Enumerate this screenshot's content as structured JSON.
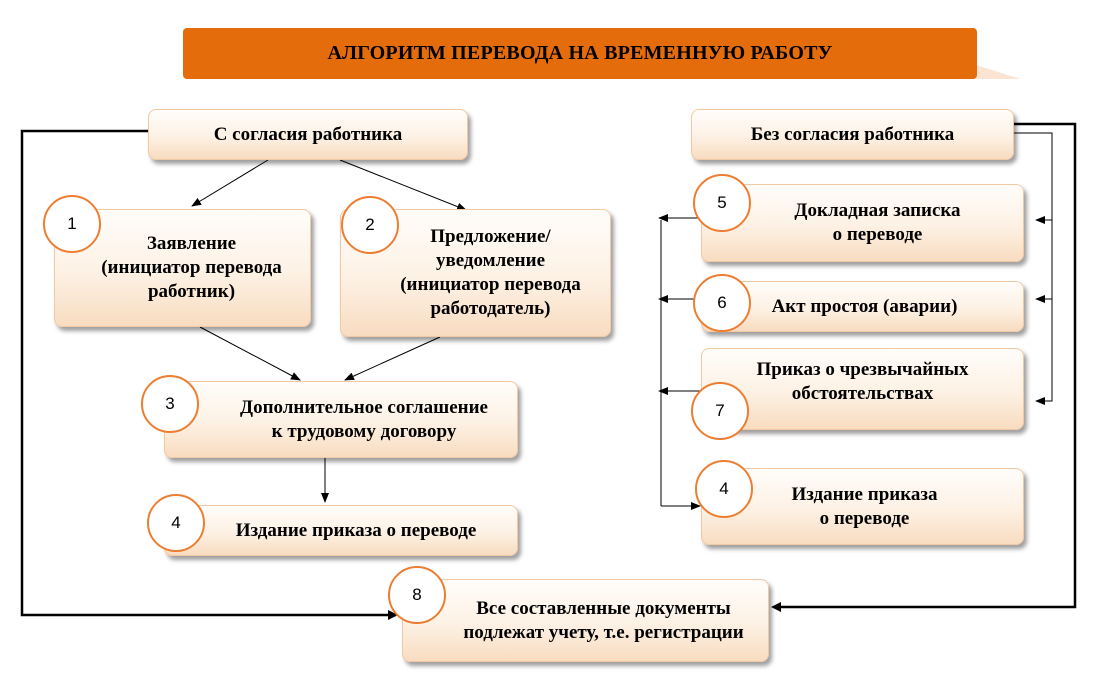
{
  "title": "АЛГОРИТМ ПЕРЕВОДА НА ВРЕМЕННУЮ РАБОТУ",
  "left": {
    "header": "С согласия работника",
    "n1": "1",
    "box1": "Заявление\n(инициатор перевода\nработник)",
    "n2": "2",
    "box2": "Предложение/\nуведомление\n(инициатор перевода\nработодатель)",
    "n3": "3",
    "box3": "Дополнительное соглашение\nк трудовому договору",
    "n4": "4",
    "box4": "Издание приказа о переводе"
  },
  "right": {
    "header": "Без согласия работника",
    "n5": "5",
    "box5": "Докладная записка\nо переводе",
    "n6": "6",
    "box6": "Акт простоя (аварии)",
    "n7": "7",
    "box7": "Приказ о чрезвычайных\nобстоятельствах",
    "n4": "4",
    "box4": "Издание приказа\nо переводе"
  },
  "bottom": {
    "n8": "8",
    "box8": "Все составленные документы\nподлежат учету, т.е. регистрации"
  },
  "colors": {
    "title_bar": "#e46c0a",
    "circle_border": "#ed7d31",
    "box_border": "#f1c9a5"
  }
}
